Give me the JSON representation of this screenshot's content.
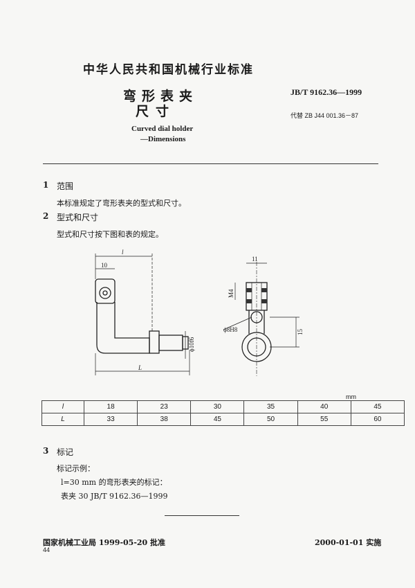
{
  "header": {
    "org_title": "中华人民共和国机械行业标准",
    "title_cn": "弯形表夹",
    "subtitle_cn": "尺寸",
    "title_en": "Curved dial holder",
    "subtitle_en": "—Dimensions",
    "standard_code": "JB/T  9162.36—1999",
    "replaces": "代替 ZB J44 001.36－87"
  },
  "sections": [
    {
      "num": "1",
      "title": "范围",
      "text": "本标准规定了弯形表夹的型式和尺寸。"
    },
    {
      "num": "2",
      "title": "型式和尺寸",
      "text": "型式和尺寸按下图和表的规定。"
    },
    {
      "num": "3",
      "title": "标记"
    }
  ],
  "drawing": {
    "dim_l": "l",
    "dim_10": "10",
    "dim_L": "L",
    "dim_phi10": "ϕ10f6",
    "dim_11": "11",
    "dim_M4": "M4",
    "dim_phi8": "ϕ8H8",
    "dim_15": "15"
  },
  "table": {
    "unit": "mm",
    "rows": [
      {
        "label": "l",
        "values": [
          "18",
          "23",
          "30",
          "35",
          "40",
          "45"
        ]
      },
      {
        "label": "L",
        "values": [
          "33",
          "38",
          "45",
          "50",
          "55",
          "60"
        ]
      }
    ]
  },
  "marking": {
    "example_label": "标记示例：",
    "example_desc": "l=30 mm 的弯形表夹的标记：",
    "example_code": "表夹   30   JB/T  9162.36—1999"
  },
  "footer": {
    "approval": "国家机械工业局  1999-05-20  批准",
    "implementation": "2000-01-01  实施",
    "page": "44"
  }
}
